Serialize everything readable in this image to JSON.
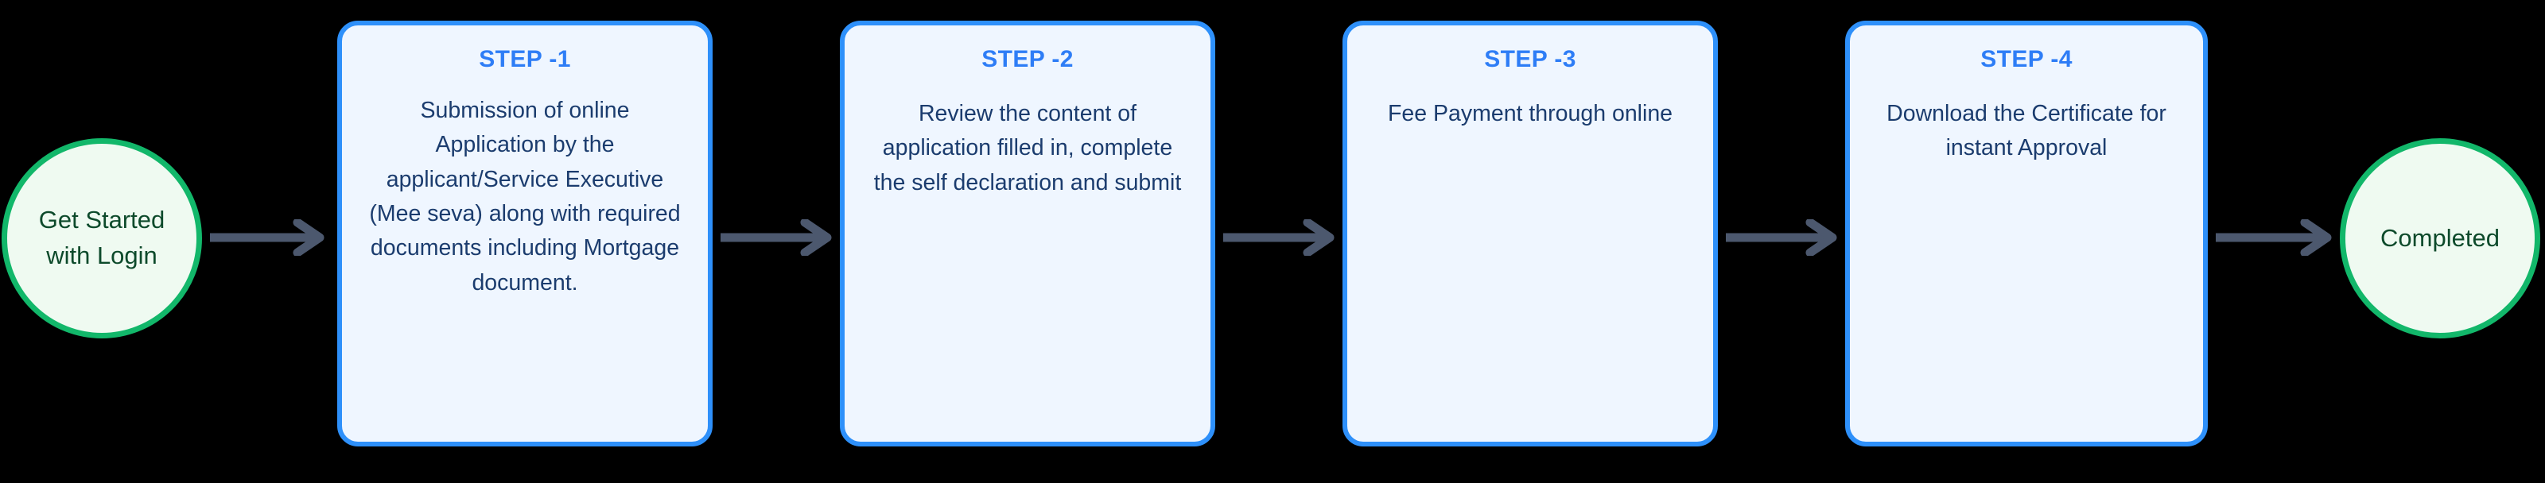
{
  "diagram": {
    "type": "horizontal-process-flow",
    "background_color": "#000000",
    "node_count": 6,
    "arrow_count": 5
  },
  "colors": {
    "canvas_background": "#000000",
    "circle_fill": "#EFFAF1",
    "circle_border": "#12B76A",
    "circle_text": "#0D4A2B",
    "card_fill": "#EFF6FF",
    "card_border": "#2E90FA",
    "card_title_text": "#2E7DF6",
    "card_body_text": "#1B3C6E",
    "arrow_color": "#4C586E"
  },
  "start_node": {
    "label": "Get Started\nwith Login",
    "shape": "circle"
  },
  "end_node": {
    "label": "Completed",
    "shape": "circle"
  },
  "steps": [
    {
      "title": "STEP -1",
      "body": "Submission of online Application by the applicant/Service Executive\n(Mee seva) along with required documents including Mortgage document."
    },
    {
      "title": "STEP -2",
      "body": "Review the content of application filled in, complete the self declaration and submit"
    },
    {
      "title": "STEP -3",
      "body": "Fee Payment through online"
    },
    {
      "title": "STEP -4",
      "body": "Download the Certificate for instant Approval"
    }
  ],
  "connectors": [
    {
      "name": "arrow-start-to-step1",
      "from": "Get Started with Login",
      "to": "STEP -1",
      "glyph": "arrow-right-icon"
    },
    {
      "name": "arrow-step1-to-step2",
      "from": "STEP -1",
      "to": "STEP -2",
      "glyph": "arrow-right-icon"
    },
    {
      "name": "arrow-step2-to-step3",
      "from": "STEP -2",
      "to": "STEP -3",
      "glyph": "arrow-right-icon"
    },
    {
      "name": "arrow-step3-to-step4",
      "from": "STEP -3",
      "to": "STEP -4",
      "glyph": "arrow-right-icon"
    },
    {
      "name": "arrow-step4-to-end",
      "from": "STEP -4",
      "to": "Completed",
      "glyph": "arrow-right-icon"
    }
  ]
}
